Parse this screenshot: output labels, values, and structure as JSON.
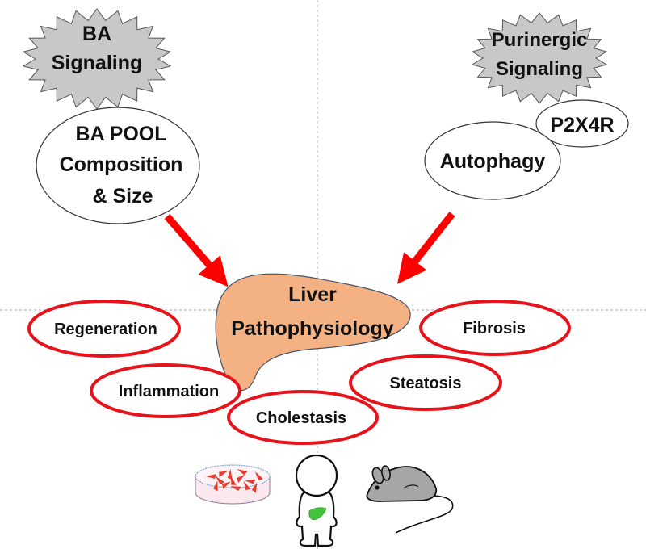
{
  "colors": {
    "burst_fill": "#c8c8c8",
    "burst_stroke": "#555555",
    "arrow": "#ff0000",
    "outcome_stroke": "#e8121a",
    "liver_fill": "#f4b183",
    "liver_stroke": "#44546a",
    "guide_line": "#a0a0a0",
    "mouse_fill": "#a6a6a6",
    "small_liver": "#43c43b",
    "cells": "#e63b2e",
    "dish_fill": "#fbe8ee"
  },
  "signals": {
    "ba": {
      "line1": "BA",
      "line2": "Signaling"
    },
    "purinergic": {
      "line1": "Purinergic",
      "line2": "Signaling"
    }
  },
  "mediators": {
    "ba_pool": {
      "line1": "BA POOL",
      "line2": "Composition",
      "line3": "& Size"
    },
    "p2x4r": {
      "label": "P2X4R"
    },
    "autophagy": {
      "label": "Autophagy"
    }
  },
  "center": {
    "line1": "Liver",
    "line2": "Pathophysiology"
  },
  "outcomes": {
    "regeneration": "Regeneration",
    "inflammation": "Inflammation",
    "cholestasis": "Cholestasis",
    "steatosis": "Steatosis",
    "fibrosis": "Fibrosis"
  },
  "models": {
    "cell_culture": "cell-culture-dish",
    "human": "human-figure",
    "mouse": "mouse"
  }
}
